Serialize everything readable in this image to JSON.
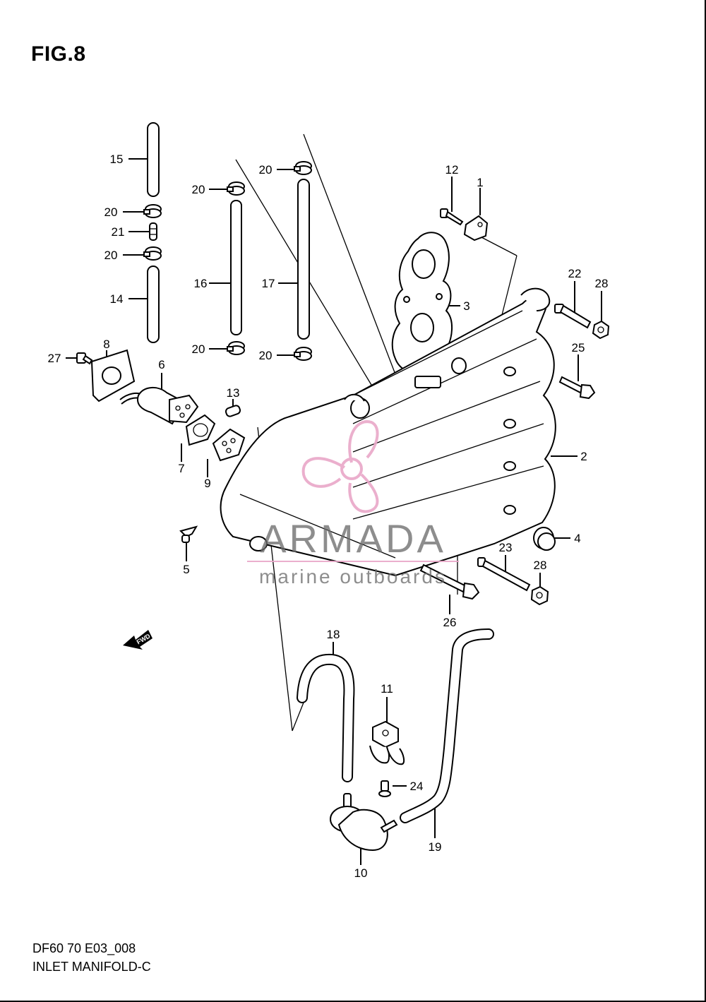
{
  "figure": {
    "title": "FIG.8",
    "code": "DF60 70 E03_008",
    "name": "INLET MANIFOLD-C"
  },
  "fwd_label": "FWD",
  "watermark": {
    "brand": "ARMADA",
    "tagline": "marine outboards",
    "brand_color": "#6b6b6b",
    "accent_color": "#e9a7c8"
  },
  "callouts": [
    {
      "id": "c1",
      "text": "1"
    },
    {
      "id": "c2",
      "text": "2"
    },
    {
      "id": "c3",
      "text": "3"
    },
    {
      "id": "c4",
      "text": "4"
    },
    {
      "id": "c5",
      "text": "5"
    },
    {
      "id": "c6",
      "text": "6"
    },
    {
      "id": "c7",
      "text": "7"
    },
    {
      "id": "c8",
      "text": "8"
    },
    {
      "id": "c9",
      "text": "9"
    },
    {
      "id": "c10",
      "text": "10"
    },
    {
      "id": "c11",
      "text": "11"
    },
    {
      "id": "c12",
      "text": "12"
    },
    {
      "id": "c13",
      "text": "13"
    },
    {
      "id": "c14",
      "text": "14"
    },
    {
      "id": "c15",
      "text": "15"
    },
    {
      "id": "c16",
      "text": "16"
    },
    {
      "id": "c17",
      "text": "17"
    },
    {
      "id": "c18",
      "text": "18"
    },
    {
      "id": "c19",
      "text": "19"
    },
    {
      "id": "c20a",
      "text": "20"
    },
    {
      "id": "c20b",
      "text": "20"
    },
    {
      "id": "c20c",
      "text": "20"
    },
    {
      "id": "c20d",
      "text": "20"
    },
    {
      "id": "c20e",
      "text": "20"
    },
    {
      "id": "c20f",
      "text": "20"
    },
    {
      "id": "c21",
      "text": "21"
    },
    {
      "id": "c22",
      "text": "22"
    },
    {
      "id": "c23",
      "text": "23"
    },
    {
      "id": "c24",
      "text": "24"
    },
    {
      "id": "c25",
      "text": "25"
    },
    {
      "id": "c26",
      "text": "26"
    },
    {
      "id": "c27",
      "text": "27"
    },
    {
      "id": "c28a",
      "text": "28"
    },
    {
      "id": "c28b",
      "text": "28"
    }
  ]
}
